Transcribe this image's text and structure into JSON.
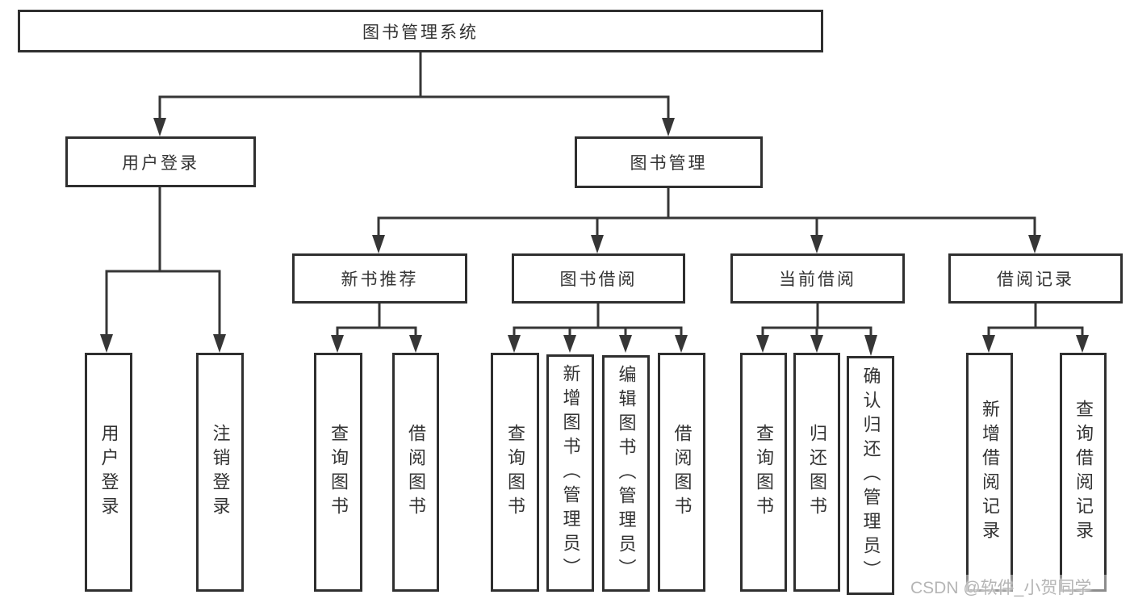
{
  "diagram_title": "图书管理系统",
  "nodes": {
    "root": "图书管理系统",
    "user_login": "用户登录",
    "book_management": "图书管理",
    "new_book_recommendation": "新书推荐",
    "book_borrowing": "图书借阅",
    "current_borrowing": "当前借阅",
    "borrowing_records": "借阅记录",
    "leaf_user_login": "用户登录",
    "leaf_logout": "注销登录",
    "leaf_nb_query_books": "查询图书",
    "leaf_nb_borrow_books": "借阅图书",
    "leaf_bb_query_books": "查询图书",
    "leaf_bb_add_books": "新增图书（管理员）",
    "leaf_bb_edit_books": "编辑图书（管理员）",
    "leaf_bb_borrow_books": "借阅图书",
    "leaf_cb_query_books": "查询图书",
    "leaf_cb_return_books": "归还图书",
    "leaf_cb_confirm_return": "确认归还（管理员）",
    "leaf_br_add_record": "新增借阅记录",
    "leaf_br_query_record": "查询借阅记录"
  },
  "watermark": "CSDN @软件_小贺同学",
  "colors": {
    "line": "#363636",
    "box_border": "#2f2f2f",
    "text": "#333333",
    "watermark_text": "#b5b5b5",
    "background": "#ffffff"
  }
}
